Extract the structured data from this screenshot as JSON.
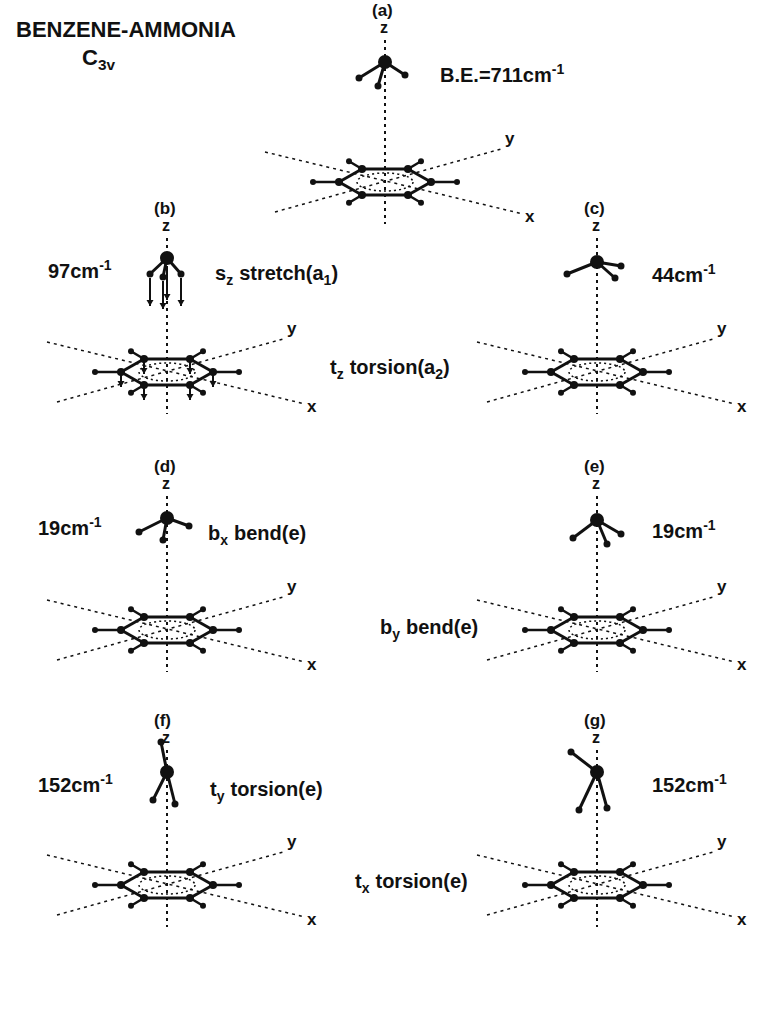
{
  "diagram": {
    "labels": [
      "BENZENE-AMMONIA",
      "C",
      "3v",
      "(a)",
      "z",
      "B.E.=711cm",
      "-1",
      "y",
      "x",
      "(b)",
      "z",
      "97cm",
      "-1",
      "s",
      "z",
      "stretch(a",
      "1",
      ")",
      "y",
      "x",
      "(c)",
      "z",
      "44cm",
      "-1",
      "t",
      "z",
      "torsion(a",
      "2",
      ")",
      "y",
      "x",
      "(d)",
      "z",
      "19cm",
      "-1",
      "b",
      "x",
      "bend(e)",
      "y",
      "x",
      "(e)",
      "z",
      "19cm",
      "-1",
      "b",
      "y",
      "bend(e)",
      "y",
      "x",
      "(f)",
      "z",
      "152cm",
      "-1",
      "t",
      "y",
      "torsion(e)",
      "y",
      "x",
      "(g)",
      "z",
      "152cm",
      "-1",
      "t",
      "x",
      "torsion(e)",
      "y",
      "x"
    ]
  }
}
